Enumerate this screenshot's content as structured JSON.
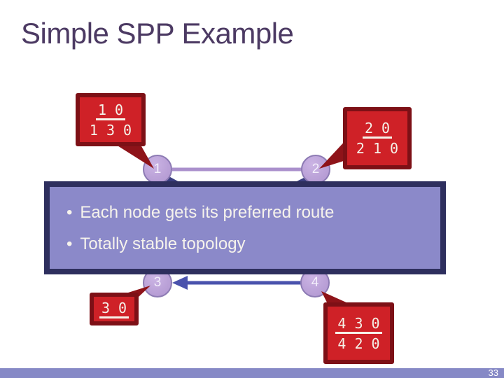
{
  "slide": {
    "title": "Simple SPP Example",
    "page_number": "33"
  },
  "overlay": {
    "bullet_char": "•",
    "bullets": [
      "Each node gets its preferred route",
      "Totally stable topology"
    ]
  },
  "nodes": [
    {
      "label": "1"
    },
    {
      "label": "2"
    },
    {
      "label": "3"
    },
    {
      "label": "4"
    }
  ],
  "route_boxes": [
    {
      "node": "1",
      "routes": [
        "1 0",
        "1 3 0"
      ],
      "underlined_route": "1 0"
    },
    {
      "node": "2",
      "routes": [
        "2 0",
        "2 1 0"
      ],
      "underlined_route": "2 0"
    },
    {
      "node": "3",
      "routes": [
        "3 0"
      ],
      "underlined_route": "3 0"
    },
    {
      "node": "4",
      "routes": [
        "4 3 0",
        "4 2 0"
      ],
      "underlined_route": "4 3 0"
    }
  ],
  "colors": {
    "title_text": "#4c3a63",
    "callout_fill": "#cf2127",
    "callout_border": "#7d1016",
    "callout_text": "#f5f1e8",
    "node_fill": "#bba2d8",
    "node_border": "#8d7bb4",
    "link_1_2": "#aa90cc",
    "arrow_4_3": "#4a52ad",
    "overlay_fill": "#8b89c9",
    "overlay_border": "#2e2f5e",
    "overlay_text": "#f6f3ec",
    "bottom_bar": "#8689c6"
  }
}
